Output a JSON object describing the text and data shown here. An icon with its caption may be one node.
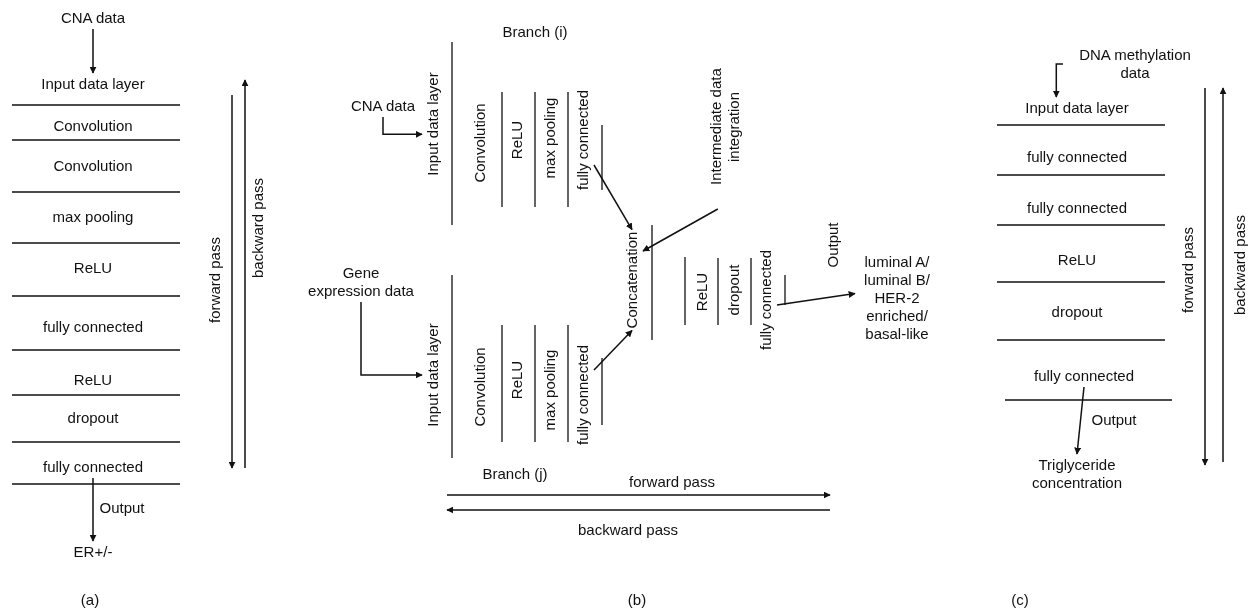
{
  "diagram": {
    "nodes": [
      {
        "text": [
          "CNA data"
        ]
      },
      {
        "text": [
          "Input data layer"
        ]
      },
      {
        "text": [
          "Convolution"
        ]
      },
      {
        "text": [
          "Convolution"
        ]
      },
      {
        "text": [
          "max pooling"
        ]
      },
      {
        "text": [
          "ReLU"
        ]
      },
      {
        "text": [
          "fully connected"
        ]
      },
      {
        "text": [
          "ReLU"
        ]
      },
      {
        "text": [
          "dropout"
        ]
      },
      {
        "text": [
          "fully connected"
        ]
      },
      {
        "text": [
          "ER+/-"
        ]
      },
      {
        "text": [
          "CNA data"
        ]
      },
      {
        "text": [
          "Input data layer"
        ]
      },
      {
        "text": [
          "Convolution"
        ]
      },
      {
        "text": [
          "ReLU"
        ]
      },
      {
        "text": [
          "max pooling"
        ]
      },
      {
        "text": [
          "fully connected"
        ]
      },
      {
        "text": [
          "Gene expression data"
        ]
      },
      {
        "text": [
          "Input data layer"
        ]
      },
      {
        "text": [
          "Convolution"
        ]
      },
      {
        "text": [
          "ReLU"
        ]
      },
      {
        "text": [
          "max pooling"
        ]
      },
      {
        "text": [
          "fully connected"
        ]
      },
      {
        "text": [
          "Concatenation"
        ]
      },
      {
        "text": [
          "Intermediate data integration"
        ]
      },
      {
        "text": [
          "ReLU"
        ]
      },
      {
        "text": [
          "dropout"
        ]
      },
      {
        "text": [
          "fully connected"
        ]
      },
      {
        "text": [
          "luminal A/ luminal B/ HER-2 enriched/ basal-like"
        ]
      },
      {
        "text": [
          "DNA methylation data"
        ]
      },
      {
        "text": [
          "Input data layer"
        ]
      },
      {
        "text": [
          "fully connected"
        ]
      },
      {
        "text": [
          "fully connected"
        ]
      },
      {
        "text": [
          "ReLU"
        ]
      },
      {
        "text": [
          "dropout"
        ]
      },
      {
        "text": [
          "fully connected"
        ]
      },
      {
        "text": [
          "Triglyceride concentration"
        ]
      }
    ],
    "edges": [
      {
        "from": 0,
        "to": 1,
        "arrow": "to"
      },
      {
        "from": 9,
        "to": 10,
        "arrow": "to",
        "label": "Output"
      },
      {
        "from": 11,
        "to": 12,
        "arrow": "to"
      },
      {
        "from": 17,
        "to": 18,
        "arrow": "to"
      },
      {
        "from": 16,
        "to": 23,
        "arrow": "to"
      },
      {
        "from": 22,
        "to": 23,
        "arrow": "to"
      },
      {
        "from": 24,
        "to": 23,
        "arrow": "to"
      },
      {
        "from": 27,
        "to": 28,
        "arrow": "to",
        "label": "Output"
      },
      {
        "from": 29,
        "to": 30,
        "arrow": "to"
      },
      {
        "from": 35,
        "to": 36,
        "arrow": "to",
        "label": "Output"
      }
    ],
    "labels": [
      "forward pass",
      "backward pass",
      "Branch (i)",
      "Branch (j)",
      "forward pass",
      "backward pass",
      "forward pass",
      "backward pass",
      "(a)",
      "(b)",
      "(c)"
    ]
  }
}
